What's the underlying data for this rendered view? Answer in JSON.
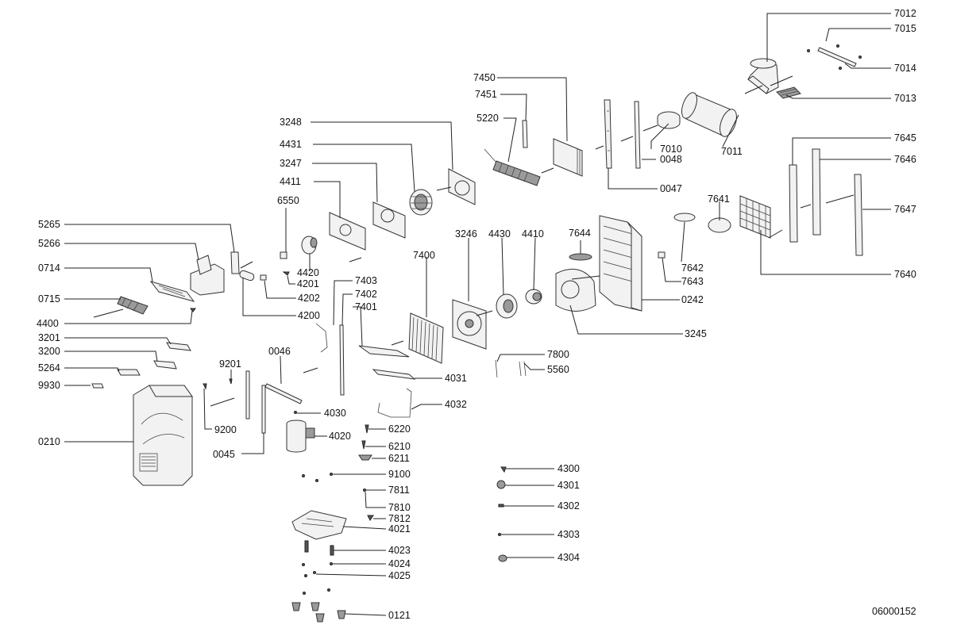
{
  "diagram_code": "06000152",
  "labels": {
    "7012": "7012",
    "7015": "7015",
    "7014": "7014",
    "7013": "7013",
    "7450": "7450",
    "7451": "7451",
    "5220": "5220",
    "7010": "7010",
    "0048": "0048",
    "7011": "7011",
    "0047": "0047",
    "7645": "7645",
    "7646": "7646",
    "7647": "7647",
    "7641": "7641",
    "7644": "7644",
    "7642": "7642",
    "7643": "7643",
    "7640": "7640",
    "0242": "0242",
    "3245": "3245",
    "3248": "3248",
    "4431": "4431",
    "3247": "3247",
    "4411": "4411",
    "6550": "6550",
    "4420": "4420",
    "4201": "4201",
    "4202": "4202",
    "4200": "4200",
    "5265": "5265",
    "5266": "5266",
    "0714": "0714",
    "0715": "0715",
    "4400": "4400",
    "3201": "3201",
    "3200": "3200",
    "5264": "5264",
    "9930": "9930",
    "0210": "0210",
    "3246": "3246",
    "4430": "4430",
    "4410": "4410",
    "7400": "7400",
    "7403": "7403",
    "7402": "7402",
    "7401": "7401",
    "0046": "0046",
    "9201": "9201",
    "9200": "9200",
    "0045": "0045",
    "4030": "4030",
    "4020": "4020",
    "4031": "4031",
    "4032": "4032",
    "6220": "6220",
    "6210": "6210",
    "6211": "6211",
    "7800": "7800",
    "5560": "5560",
    "9100": "9100",
    "7811": "7811",
    "7810": "7810",
    "7812": "7812",
    "4021": "4021",
    "4023": "4023",
    "4024": "4024",
    "4025": "4025",
    "0121": "0121",
    "4300": "4300",
    "4301": "4301",
    "4302": "4302",
    "4303": "4303",
    "4304": "4304"
  }
}
